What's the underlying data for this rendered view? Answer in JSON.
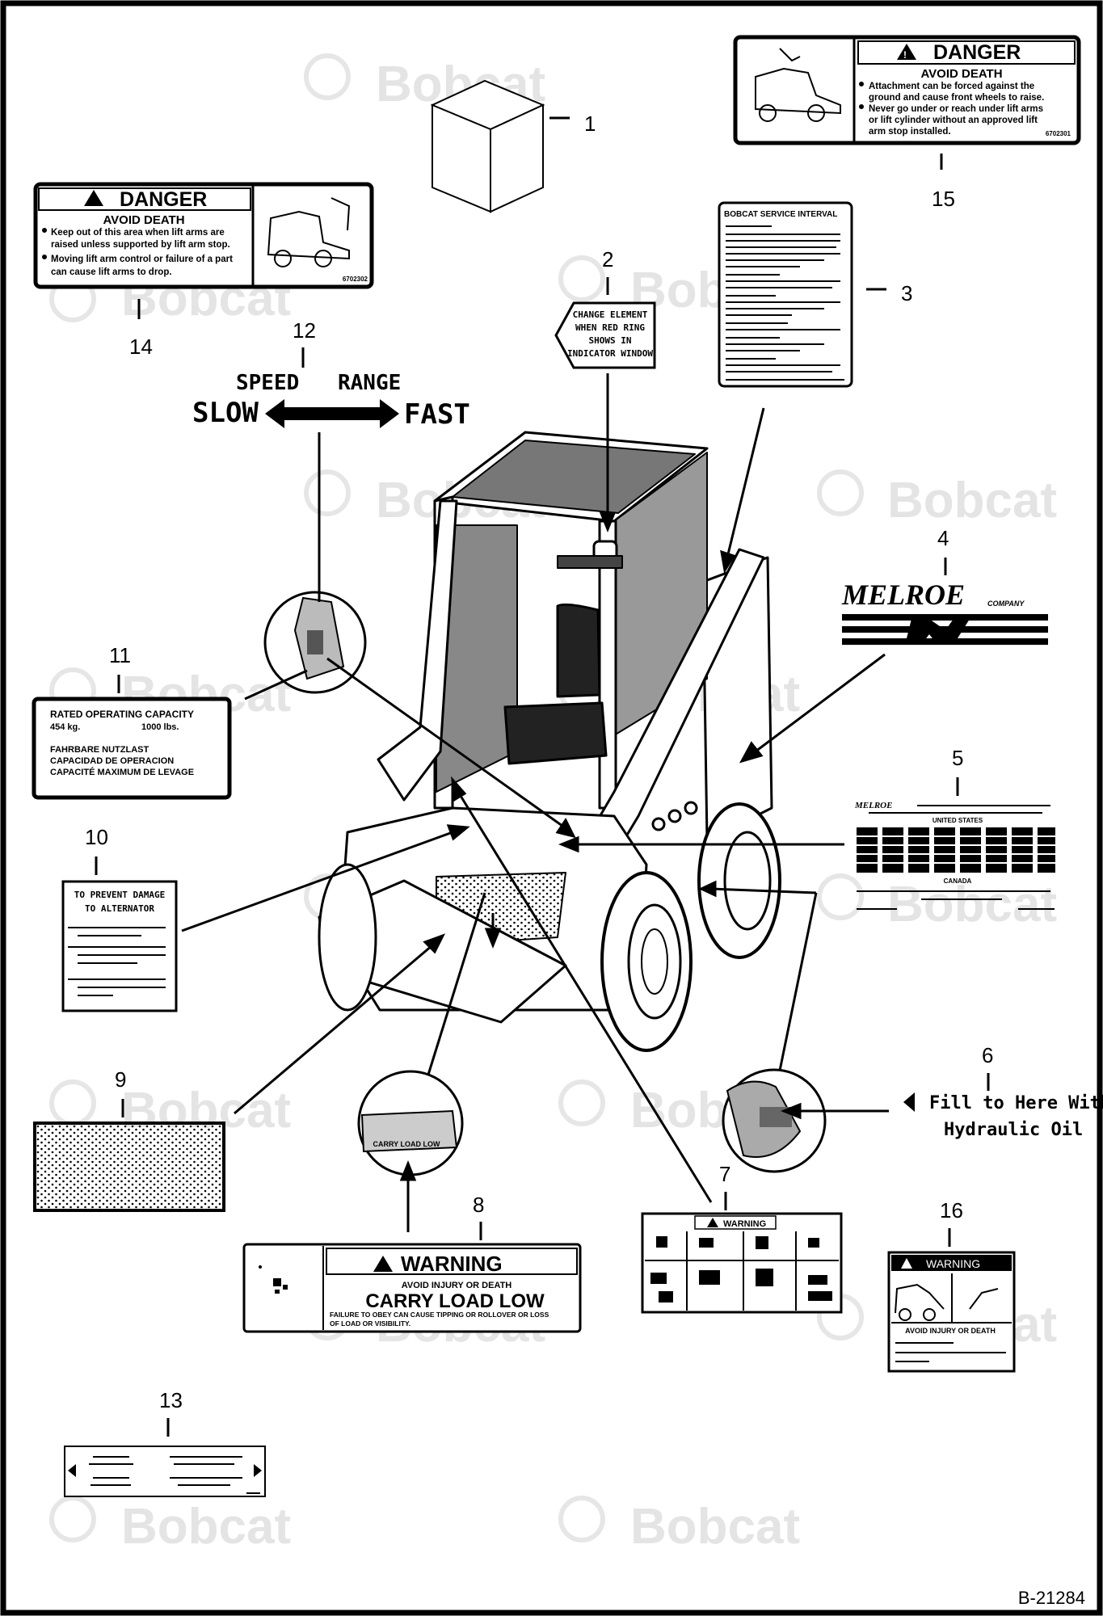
{
  "figure_code": "B-21284",
  "watermark_text": "Bobcat",
  "callouts": [
    "1",
    "2",
    "3",
    "4",
    "5",
    "6",
    "7",
    "8",
    "9",
    "10",
    "11",
    "12",
    "13",
    "14",
    "15",
    "16"
  ],
  "decal_2": {
    "lines": [
      "CHANGE ELEMENT",
      "WHEN RED RING",
      "SHOWS IN",
      "INDICATOR WINDOW"
    ]
  },
  "decal_3": {
    "title": "BOBCAT SERVICE INTERVAL"
  },
  "decal_4": {
    "brand": "MELROE",
    "sub": "COMPANY"
  },
  "decal_5": {
    "brand": "MELROE",
    "country_1": "UNITED STATES",
    "country_2": "CANADA"
  },
  "decal_6": {
    "lines": [
      "Fill to Here With",
      "Hydraulic Oil"
    ]
  },
  "decal_7": {
    "title": "WARNING"
  },
  "decal_8": {
    "title": "WARNING",
    "sub": "AVOID INJURY OR DEATH",
    "main": "CARRY LOAD LOW",
    "body": [
      "FAILURE TO OBEY CAN CAUSE TIPPING OR ROLLOVER OR LOSS",
      "OF LOAD OR VISIBILITY."
    ],
    "inset_label": "CARRY LOAD LOW"
  },
  "decal_10": {
    "title_1": "TO PREVENT DAMAGE",
    "title_2": "TO ALTERNATOR"
  },
  "decal_11": {
    "line_1": "RATED OPERATING CAPACITY",
    "line_2a": "454 kg.",
    "line_2b": "1000 lbs.",
    "line_3": "FAHRBARE NUTZLAST",
    "line_4": "CAPACIDAD DE OPERACION",
    "line_5": "CAPACITÉ MAXIMUM DE LEVAGE"
  },
  "decal_12": {
    "top_left": "SPEED",
    "top_right": "RANGE",
    "left": "SLOW",
    "right": "FAST"
  },
  "decal_14": {
    "title": "DANGER",
    "sub": "AVOID DEATH",
    "bullets": [
      "Keep out of this area when lift arms are",
      "raised unless supported by lift arm stop.",
      "Moving lift arm control or failure of a part",
      "can cause lift arms to drop."
    ],
    "part_no": "6702302"
  },
  "decal_15": {
    "title": "DANGER",
    "sub": "AVOID DEATH",
    "bullets": [
      "Attachment can be forced against the",
      "ground and cause front wheels to raise.",
      "Never go under or reach under lift arms",
      "or lift cylinder without an approved lift",
      "arm stop installed."
    ],
    "part_no": "6702301"
  },
  "decal_16": {
    "title": "WARNING",
    "sub": "AVOID INJURY OR DEATH"
  }
}
